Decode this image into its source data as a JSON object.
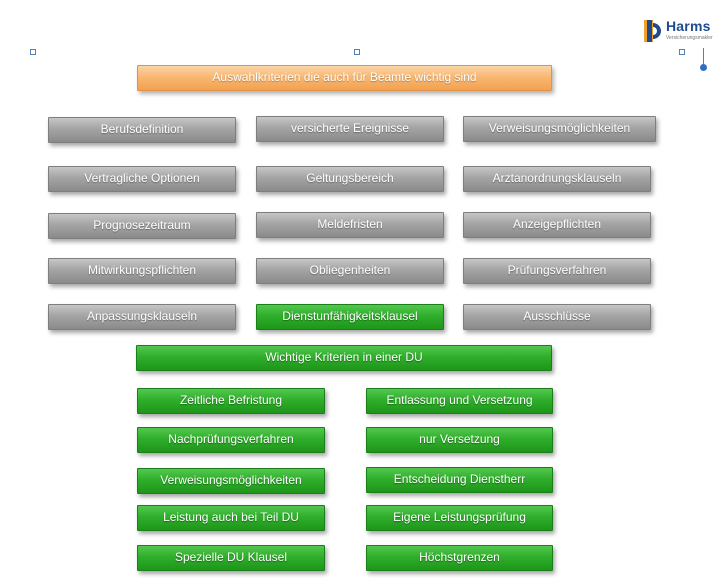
{
  "logo": {
    "name": "Harms",
    "tagline": "Versicherungsmakler"
  },
  "header": {
    "label": "Auswahlkriterien die auch für Beamte wichtig sind",
    "color": "#f8b873"
  },
  "criteria": [
    {
      "label": "Berufsdefinition",
      "style": "gray"
    },
    {
      "label": "versicherte Ereignisse",
      "style": "gray"
    },
    {
      "label": "Verweisungsmöglichkeiten",
      "style": "gray"
    },
    {
      "label": "Vertragliche Optionen",
      "style": "gray"
    },
    {
      "label": "Geltungsbereich",
      "style": "gray"
    },
    {
      "label": "Arztanordnungsklauseln",
      "style": "gray"
    },
    {
      "label": "Prognosezeitraum",
      "style": "gray"
    },
    {
      "label": "Meldefristen",
      "style": "gray"
    },
    {
      "label": "Anzeigepflichten",
      "style": "gray"
    },
    {
      "label": "Mitwirkungspflichten",
      "style": "gray"
    },
    {
      "label": "Obliegenheiten",
      "style": "gray"
    },
    {
      "label": "Prüfungsverfahren",
      "style": "gray"
    },
    {
      "label": "Anpassungsklauseln",
      "style": "gray"
    },
    {
      "label": "Dienstunfähigkeitsklausel",
      "style": "green"
    },
    {
      "label": "Ausschlüsse",
      "style": "gray"
    }
  ],
  "du_header": {
    "label": "Wichtige Kriterien in einer DU",
    "color": "#2fae2b"
  },
  "du_criteria": [
    {
      "label": "Zeitliche Befristung"
    },
    {
      "label": "Entlassung und Versetzung"
    },
    {
      "label": "Nachprüfungsverfahren"
    },
    {
      "label": "nur Versetzung"
    },
    {
      "label": "Verweisungsmöglichkeiten"
    },
    {
      "label": "Entscheidung Dienstherr"
    },
    {
      "label": "Leistung auch bei Teil DU"
    },
    {
      "label": "Eigene Leistungsprüfung"
    },
    {
      "label": "Spezielle DU Klausel"
    },
    {
      "label": "Höchstgrenzen"
    }
  ],
  "colors": {
    "gray": "#a4a4a4",
    "green": "#2fae2b",
    "orange": "#f8b873",
    "logo_blue": "#1f4b8e"
  }
}
